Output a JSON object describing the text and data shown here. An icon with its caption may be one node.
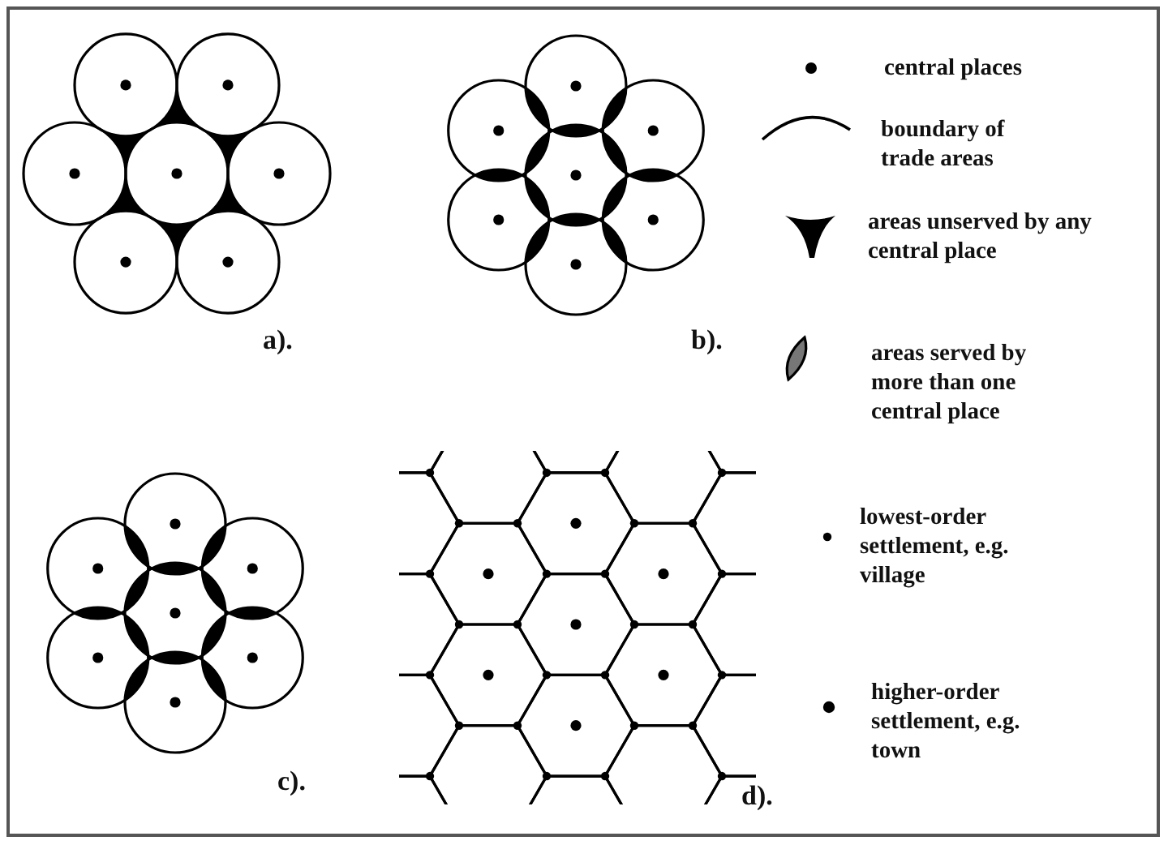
{
  "diagram": {
    "labels": [
      "a).",
      "b).",
      "c).",
      "d)."
    ],
    "legend": [
      {
        "text": "central places"
      },
      {
        "text": "boundary of trade areas"
      },
      {
        "text": "areas unserved by any central place"
      },
      {
        "text": "areas served by more than one central place"
      },
      {
        "text": "lowest-order settlement, e.g. village"
      },
      {
        "text": "higher-order settlement, e.g. town"
      }
    ]
  }
}
